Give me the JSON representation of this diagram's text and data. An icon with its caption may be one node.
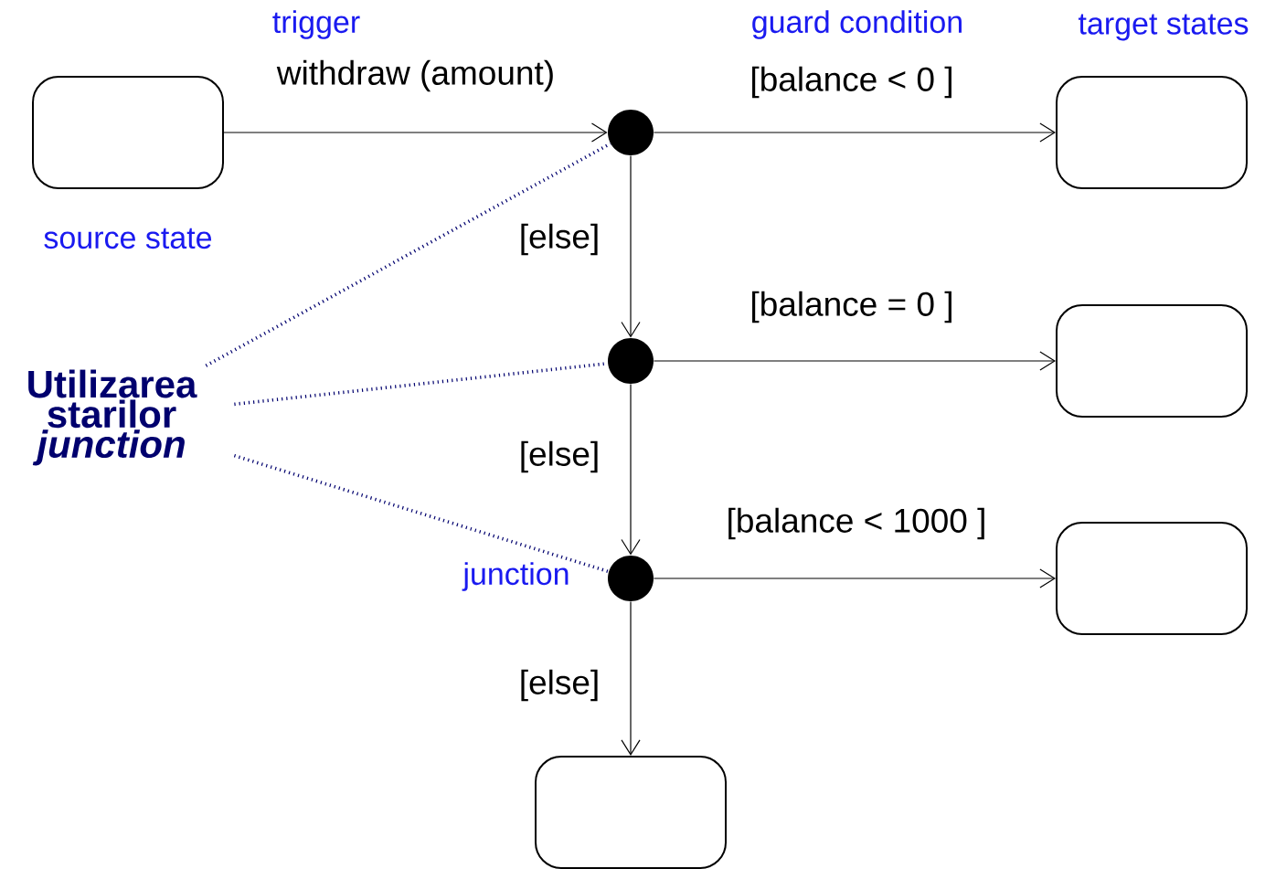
{
  "diagram": {
    "nodes": [
      {
        "text": [],
        "shape": "box",
        "beside": [
          "source state"
        ]
      },
      {
        "text": [],
        "shape": "circle"
      },
      {
        "text": [],
        "shape": "box"
      },
      {
        "text": [],
        "shape": "circle"
      },
      {
        "text": [],
        "shape": "box"
      },
      {
        "text": [],
        "shape": "circle",
        "beside": [
          "junction"
        ]
      },
      {
        "text": [],
        "shape": "box"
      },
      {
        "text": [],
        "shape": "box"
      },
      {
        "text": [
          "Utilizarea starilor *junction*"
        ]
      }
    ],
    "edges": [
      {
        "from": 0,
        "to": 1,
        "arrow": "to",
        "label": "withdraw (amount)"
      },
      {
        "from": 1,
        "to": 2,
        "arrow": "to",
        "label": "[balance < 0 ]"
      },
      {
        "from": 1,
        "to": 3,
        "arrow": "to",
        "label": "[else]"
      },
      {
        "from": 3,
        "to": 4,
        "arrow": "to",
        "label": "[balance = 0 ]"
      },
      {
        "from": 3,
        "to": 5,
        "arrow": "to",
        "label": "[else]"
      },
      {
        "from": 5,
        "to": 6,
        "arrow": "to",
        "label": "[balance < 1000 ]"
      },
      {
        "from": 5,
        "to": 7,
        "arrow": "to",
        "label": "[else]"
      },
      {
        "from": 8,
        "to": 1,
        "arrow": "none",
        "style": "dashed",
        "color": "#00006e"
      },
      {
        "from": 8,
        "to": 3,
        "arrow": "none",
        "style": "dashed",
        "color": "#00006e"
      },
      {
        "from": 8,
        "to": 5,
        "arrow": "none",
        "style": "dashed",
        "color": "#00006e"
      }
    ],
    "labels": [
      "trigger",
      "guard condition",
      "target states"
    ]
  }
}
